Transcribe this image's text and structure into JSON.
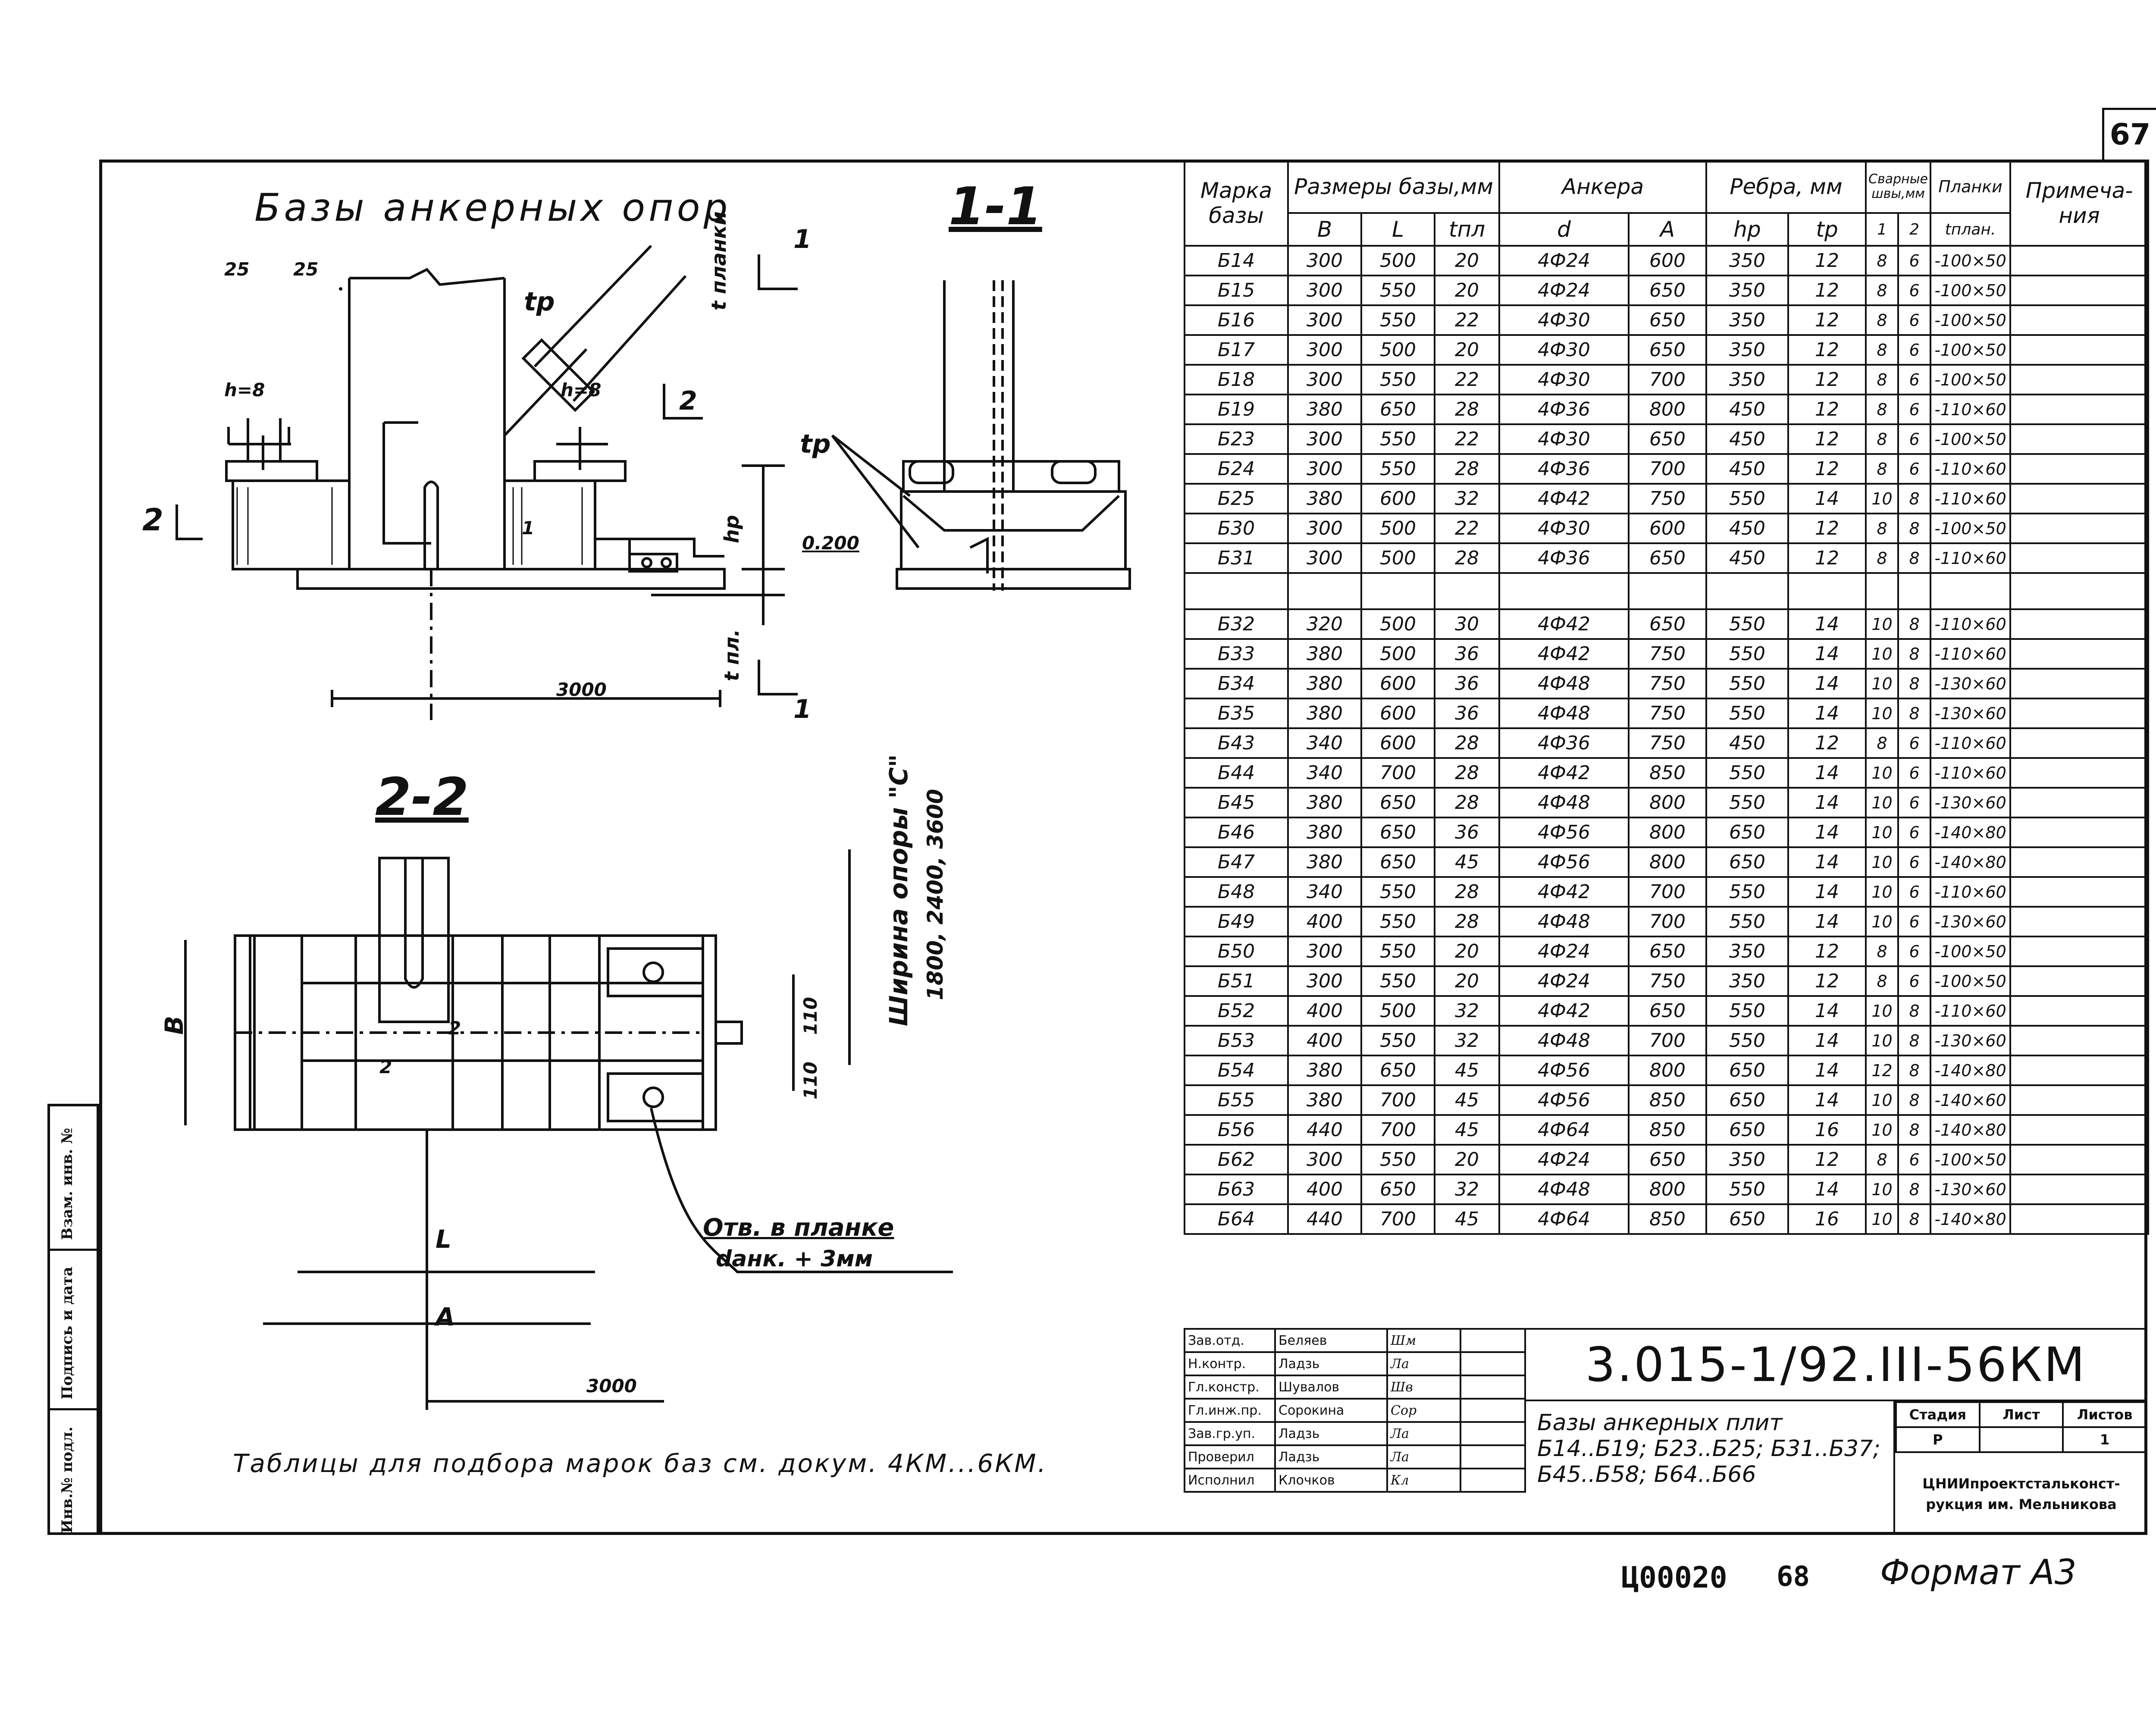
{
  "page_number": "67",
  "drawing": {
    "title": "Базы анкерных опор",
    "section_1": "1-1",
    "section_2": "2-2",
    "label_tp": "tp",
    "label_tp_2": "tp",
    "label_t_planki": "t планки",
    "label_hp": "hp",
    "label_tpl": "t пл.",
    "label_h8_a": "h=8",
    "label_h8_b": "h=8",
    "label_025a": "25",
    "label_025b": "25",
    "label_0200": "0.200",
    "dim_3000_top": "3000",
    "dim_3000_bottom": "3000",
    "marker_1_top": "1",
    "marker_1_bottom": "1",
    "marker_2_left": "2",
    "marker_2_right": "2",
    "label_B": "В",
    "label_L": "L",
    "label_A": "А",
    "label_110a": "110",
    "label_110b": "110",
    "weld_2a": "2",
    "weld_2b": "2",
    "weld_1": "1",
    "support_width_label": "Ширина опоры \"С\"",
    "support_width_values": "1800, 2400, 3600",
    "hole_note_1": "Отв. в планке",
    "hole_note_2": "dанк. + 3мм",
    "tables_note": "Таблицы для подбора марок баз см. докум. 4КМ...6КМ."
  },
  "table": {
    "headers": {
      "mark": "Марка базы",
      "base_dims": "Размеры базы,мм",
      "anchors": "Анкера",
      "ribs": "Ребра, мм",
      "welds": "Сварные швы,мм",
      "plates": "Планки",
      "notes": "Примеча-ния",
      "b": "В",
      "l": "L",
      "tpl": "tпл",
      "d": "d",
      "a": "А",
      "hp": "hр",
      "tp": "tр",
      "w1": "1",
      "w2": "2",
      "tplan": "tплан."
    },
    "rows": [
      [
        "Б14",
        "300",
        "500",
        "20",
        "4Ф24",
        "600",
        "350",
        "12",
        "8",
        "6",
        "-100×50"
      ],
      [
        "Б15",
        "300",
        "550",
        "20",
        "4Ф24",
        "650",
        "350",
        "12",
        "8",
        "6",
        "-100×50"
      ],
      [
        "Б16",
        "300",
        "550",
        "22",
        "4Ф30",
        "650",
        "350",
        "12",
        "8",
        "6",
        "-100×50"
      ],
      [
        "Б17",
        "300",
        "500",
        "20",
        "4Ф30",
        "650",
        "350",
        "12",
        "8",
        "6",
        "-100×50"
      ],
      [
        "Б18",
        "300",
        "550",
        "22",
        "4Ф30",
        "700",
        "350",
        "12",
        "8",
        "6",
        "-100×50"
      ],
      [
        "Б19",
        "380",
        "650",
        "28",
        "4Ф36",
        "800",
        "450",
        "12",
        "8",
        "6",
        "-110×60"
      ],
      [
        "Б23",
        "300",
        "550",
        "22",
        "4Ф30",
        "650",
        "450",
        "12",
        "8",
        "6",
        "-100×50"
      ],
      [
        "Б24",
        "300",
        "550",
        "28",
        "4Ф36",
        "700",
        "450",
        "12",
        "8",
        "6",
        "-110×60"
      ],
      [
        "Б25",
        "380",
        "600",
        "32",
        "4Ф42",
        "750",
        "550",
        "14",
        "10",
        "8",
        "-110×60"
      ],
      [
        "Б30",
        "300",
        "500",
        "22",
        "4Ф30",
        "600",
        "450",
        "12",
        "8",
        "8",
        "-100×50"
      ],
      [
        "Б31",
        "300",
        "500",
        "28",
        "4Ф36",
        "650",
        "450",
        "12",
        "8",
        "8",
        "-110×60"
      ],
      [
        "",
        "",
        "",
        "",
        "",
        "",
        "",
        "",
        "",
        "",
        ""
      ],
      [
        "Б32",
        "320",
        "500",
        "30",
        "4Ф42",
        "650",
        "550",
        "14",
        "10",
        "8",
        "-110×60"
      ],
      [
        "Б33",
        "380",
        "500",
        "36",
        "4Ф42",
        "750",
        "550",
        "14",
        "10",
        "8",
        "-110×60"
      ],
      [
        "Б34",
        "380",
        "600",
        "36",
        "4Ф48",
        "750",
        "550",
        "14",
        "10",
        "8",
        "-130×60"
      ],
      [
        "Б35",
        "380",
        "600",
        "36",
        "4Ф48",
        "750",
        "550",
        "14",
        "10",
        "8",
        "-130×60"
      ],
      [
        "Б43",
        "340",
        "600",
        "28",
        "4Ф36",
        "750",
        "450",
        "12",
        "8",
        "6",
        "-110×60"
      ],
      [
        "Б44",
        "340",
        "700",
        "28",
        "4Ф42",
        "850",
        "550",
        "14",
        "10",
        "6",
        "-110×60"
      ],
      [
        "Б45",
        "380",
        "650",
        "28",
        "4Ф48",
        "800",
        "550",
        "14",
        "10",
        "6",
        "-130×60"
      ],
      [
        "Б46",
        "380",
        "650",
        "36",
        "4Ф56",
        "800",
        "650",
        "14",
        "10",
        "6",
        "-140×80"
      ],
      [
        "Б47",
        "380",
        "650",
        "45",
        "4Ф56",
        "800",
        "650",
        "14",
        "10",
        "6",
        "-140×80"
      ],
      [
        "Б48",
        "340",
        "550",
        "28",
        "4Ф42",
        "700",
        "550",
        "14",
        "10",
        "6",
        "-110×60"
      ],
      [
        "Б49",
        "400",
        "550",
        "28",
        "4Ф48",
        "700",
        "550",
        "14",
        "10",
        "6",
        "-130×60"
      ],
      [
        "Б50",
        "300",
        "550",
        "20",
        "4Ф24",
        "650",
        "350",
        "12",
        "8",
        "6",
        "-100×50"
      ],
      [
        "Б51",
        "300",
        "550",
        "20",
        "4Ф24",
        "750",
        "350",
        "12",
        "8",
        "6",
        "-100×50"
      ],
      [
        "Б52",
        "400",
        "500",
        "32",
        "4Ф42",
        "650",
        "550",
        "14",
        "10",
        "8",
        "-110×60"
      ],
      [
        "Б53",
        "400",
        "550",
        "32",
        "4Ф48",
        "700",
        "550",
        "14",
        "10",
        "8",
        "-130×60"
      ],
      [
        "Б54",
        "380",
        "650",
        "45",
        "4Ф56",
        "800",
        "650",
        "14",
        "12",
        "8",
        "-140×80"
      ],
      [
        "Б55",
        "380",
        "700",
        "45",
        "4Ф56",
        "850",
        "650",
        "14",
        "10",
        "8",
        "-140×60"
      ],
      [
        "Б56",
        "440",
        "700",
        "45",
        "4Ф64",
        "850",
        "650",
        "16",
        "10",
        "8",
        "-140×80"
      ],
      [
        "Б62",
        "300",
        "550",
        "20",
        "4Ф24",
        "650",
        "350",
        "12",
        "8",
        "6",
        "-100×50"
      ],
      [
        "Б63",
        "400",
        "650",
        "32",
        "4Ф48",
        "800",
        "550",
        "14",
        "10",
        "8",
        "-130×60"
      ],
      [
        "Б64",
        "440",
        "700",
        "45",
        "4Ф64",
        "850",
        "650",
        "16",
        "10",
        "8",
        "-140×80"
      ]
    ]
  },
  "stamp": {
    "signatures": [
      [
        "Зав.отд.",
        "Беляев",
        "Шм"
      ],
      [
        "Н.контр.",
        "Ладзь",
        "Ла"
      ],
      [
        "Гл.констр.",
        "Шувалов",
        "Шв"
      ],
      [
        "Гл.инж.пр.",
        "Сорокина",
        "Сор"
      ],
      [
        "Зав.гр.уп.",
        "Ладзь",
        "Ла"
      ],
      [
        "Проверил",
        "Ладзь",
        "Ла"
      ],
      [
        "Исполнил",
        "Клочков",
        "Кл"
      ]
    ],
    "doc_code": "3.015-1/92.III-56КМ",
    "doc_name": "Базы анкерных плит Б14..Б19; Б23..Б25; Б31..Б37; Б45..Б58; Б64..Б66",
    "stage_header": "Стадия",
    "sheet_header": "Лист",
    "sheets_header": "Листов",
    "stage_value": "Р",
    "sheet_value": "",
    "sheets_value": "1",
    "organization": "ЦНИИпроектстальконст-рукция им. Мельникова"
  },
  "footer": {
    "archive": "Ц00020",
    "num": "68",
    "format": "Формат А3"
  },
  "sidebar": {
    "inv_no": "Инв.№ подл.",
    "sign_date": "Подпись и дата",
    "replace_inv": "Взам. инв. №"
  }
}
